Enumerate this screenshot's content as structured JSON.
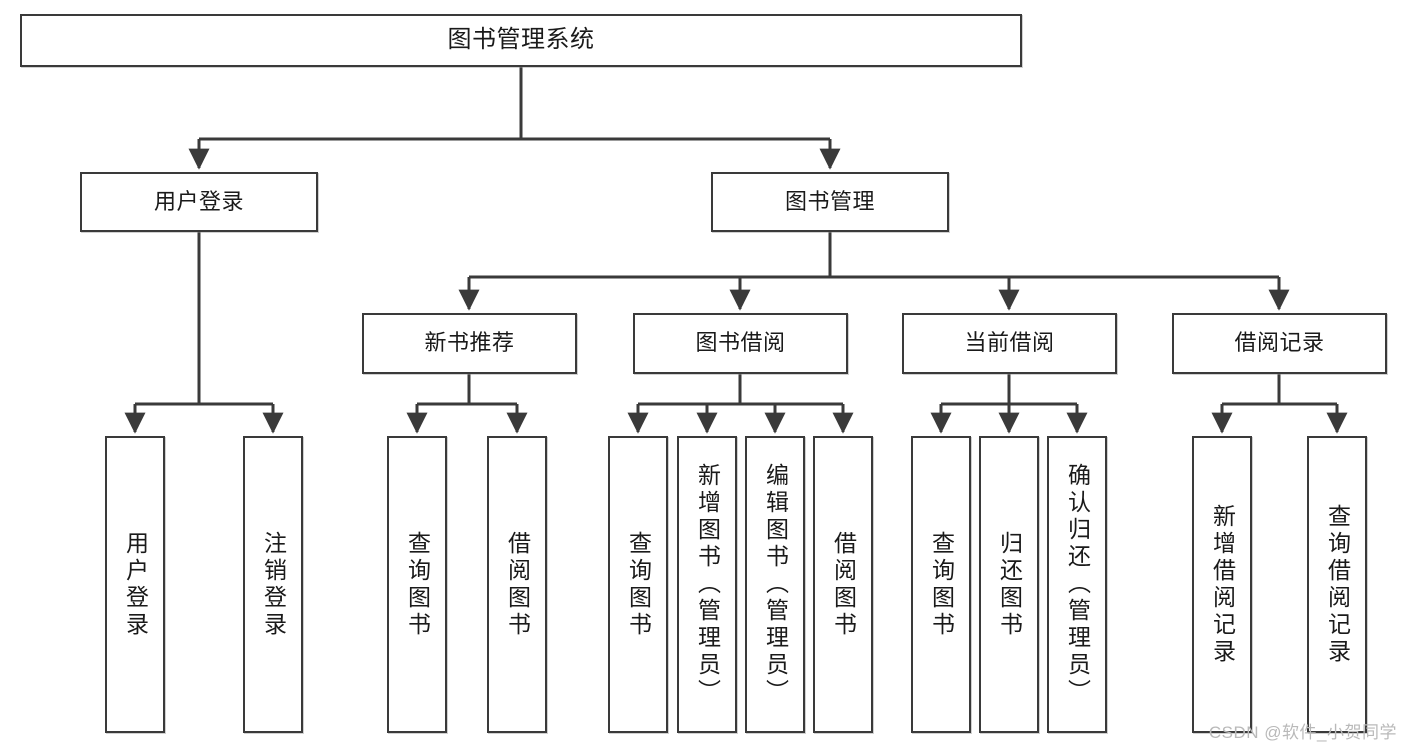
{
  "diagram": {
    "title_node": {
      "label": "图书管理系统"
    },
    "level2": [
      {
        "id": "user-login",
        "label": "用户登录"
      },
      {
        "id": "book-manage",
        "label": "图书管理"
      }
    ],
    "level3": [
      {
        "id": "new-book-recommend",
        "label": "新书推荐"
      },
      {
        "id": "book-borrow",
        "label": "图书借阅"
      },
      {
        "id": "current-borrow",
        "label": "当前借阅"
      },
      {
        "id": "borrow-record",
        "label": "借阅记录"
      }
    ],
    "leaves": [
      {
        "id": "leaf-user-login",
        "label": "用户登录",
        "parent": "user-login"
      },
      {
        "id": "leaf-logout",
        "label": "注销登录",
        "parent": "user-login"
      },
      {
        "id": "leaf-query-book-1",
        "label": "查询图书",
        "parent": "new-book-recommend"
      },
      {
        "id": "leaf-borrow-book-1",
        "label": "借阅图书",
        "parent": "new-book-recommend"
      },
      {
        "id": "leaf-query-book-2",
        "label": "查询图书",
        "parent": "book-borrow"
      },
      {
        "id": "leaf-add-book",
        "label": "新增图书（管理员）",
        "parent": "book-borrow"
      },
      {
        "id": "leaf-edit-book",
        "label": "编辑图书（管理员）",
        "parent": "book-borrow"
      },
      {
        "id": "leaf-borrow-book-2",
        "label": "借阅图书",
        "parent": "book-borrow"
      },
      {
        "id": "leaf-query-book-3",
        "label": "查询图书",
        "parent": "current-borrow"
      },
      {
        "id": "leaf-return-book",
        "label": "归还图书",
        "parent": "current-borrow"
      },
      {
        "id": "leaf-confirm-return",
        "label": "确认归还（管理员）",
        "parent": "current-borrow"
      },
      {
        "id": "leaf-add-record",
        "label": "新增借阅记录",
        "parent": "borrow-record"
      },
      {
        "id": "leaf-query-record",
        "label": "查询借阅记录",
        "parent": "borrow-record"
      }
    ],
    "colors": {
      "stroke": "#3a3a3a",
      "text": "#1a1a1a",
      "background": "#ffffff",
      "watermark": "#b9b9b9"
    }
  },
  "watermark": {
    "text": "CSDN @软件_小贺同学"
  }
}
